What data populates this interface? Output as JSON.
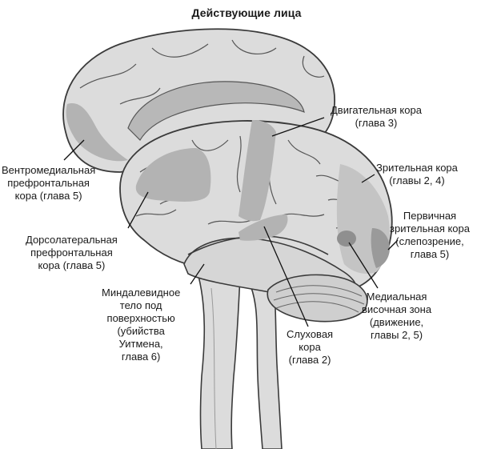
{
  "title": "Действующие лица",
  "labels": {
    "motor": [
      "Двигательная кора",
      "(глава 3)"
    ],
    "visual": [
      "Зрительная кора",
      "(главы 2, 4)"
    ],
    "vmpfc": [
      "Вентромедиальная",
      "префронтальная",
      "кора (глава 5)"
    ],
    "primary": [
      "Первичная",
      "зрительная кора",
      "(слепозрение,",
      "глава 5)"
    ],
    "dlpfc": [
      "Дорсолатеральная",
      "префронтальная",
      "кора (глава 5)"
    ],
    "amygdala": [
      "Миндалевидное",
      "тело под",
      "поверхностью",
      "(убийства",
      "Уитмена,",
      "глава 6)"
    ],
    "mt": [
      "Медиальная",
      "височная зона",
      "(движение,",
      "главы 2, 5)"
    ],
    "auditory": [
      "Слуховая",
      "кора",
      "(глава 2)"
    ]
  },
  "colors": {
    "brain": "#d9d9d9",
    "region": "#b3b3b3",
    "outline": "#3a3a3a"
  }
}
